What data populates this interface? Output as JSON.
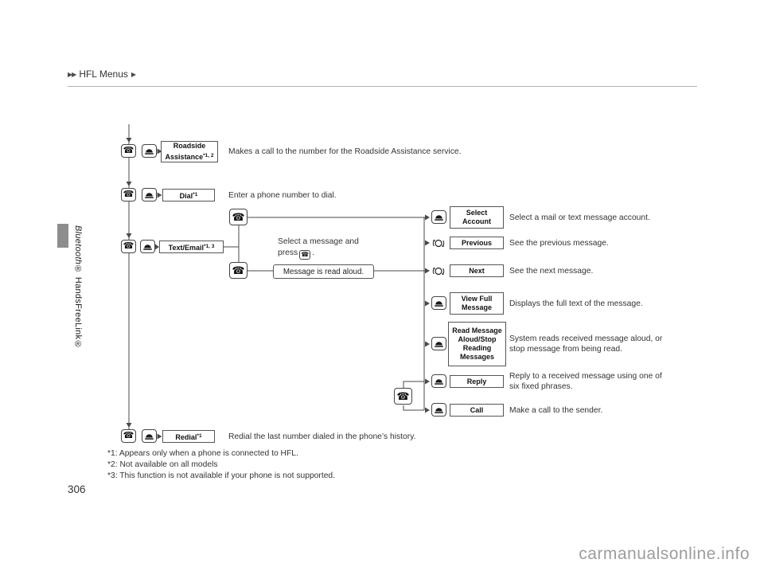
{
  "header": {
    "arrows_pre": "▶▶",
    "title": "HFL Menus",
    "arrow_post": "▶"
  },
  "sidebar": {
    "brand_italic": "Bluetooth®",
    "rest": " HandsFreeLink®"
  },
  "icons": {
    "phone_glyph": "☎"
  },
  "menu": {
    "roadside": {
      "label": "Roadside Assistance",
      "note": "*1, 2",
      "desc": "Makes a call to the number for the Roadside Assistance service."
    },
    "dial": {
      "label": "Dial",
      "note": "*1",
      "desc": "Enter a phone number to dial."
    },
    "text_email": {
      "label": "Text/Email",
      "note": "*1, 3"
    },
    "redial": {
      "label": "Redial",
      "note": "*1",
      "desc": "Redial the last number dialed in the phone’s history."
    }
  },
  "text_email_flow": {
    "hint_line1": "Select a message and",
    "hint_line2_pre": "press",
    "hint_suffix": ".",
    "read_aloud": "Message is read aloud.",
    "items": [
      {
        "label": "Select Account",
        "desc": "Select a mail or text message account."
      },
      {
        "label": "Previous",
        "desc": "See the previous message."
      },
      {
        "label": "Next",
        "desc": "See the next message."
      },
      {
        "label": "View Full Message",
        "desc": "Displays the full text of the message."
      },
      {
        "label": "Read Message Aloud/Stop Reading Messages",
        "desc": "System reads received message aloud, or stop message from being read."
      },
      {
        "label": "Reply",
        "desc": "Reply to a received message using one of six fixed phrases."
      },
      {
        "label": "Call",
        "desc": "Make a call to the sender."
      }
    ]
  },
  "footnotes": [
    "*1: Appears only when a phone is connected to HFL.",
    "*2: Not available on all models",
    "*3: This function is not available if your phone is not supported."
  ],
  "page_number": "306",
  "watermark": "carmanualsonline.info"
}
